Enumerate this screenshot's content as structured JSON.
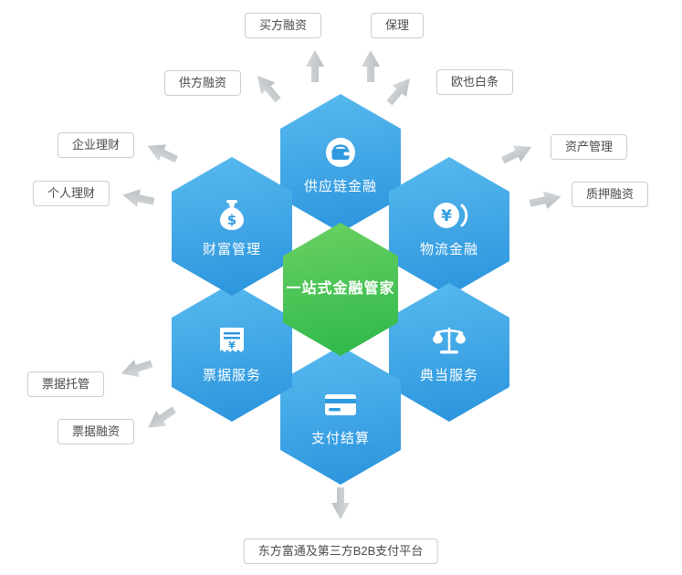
{
  "center": {
    "label": "一站式金融管家"
  },
  "hexagons": {
    "supply_chain": {
      "label": "供应链金融",
      "icon": "purse-circle-icon"
    },
    "logistics": {
      "label": "物流金融",
      "icon": "yen-coin-icon"
    },
    "pawn": {
      "label": "典当服务",
      "icon": "balance-scale-icon"
    },
    "payment": {
      "label": "支付结算",
      "icon": "bank-card-icon"
    },
    "bills": {
      "label": "票据服务",
      "icon": "receipt-yen-icon"
    },
    "wealth": {
      "label": "财富管理",
      "icon": "money-bag-icon"
    }
  },
  "callouts": {
    "buyer_financing": "买方融资",
    "factoring": "保理",
    "supplier_financing": "供方融资",
    "ouye_baitiao": "欧也白条",
    "corporate_wealth": "企业理财",
    "asset_management": "资产管理",
    "personal_wealth": "个人理财",
    "pledge_financing": "质押融资",
    "bill_custody": "票据托管",
    "bill_financing": "票据融资",
    "b2b_platform": "东方富通及第三方B2B支付平台"
  },
  "colors": {
    "hex_blue_top": "#58baee",
    "hex_blue_bottom": "#2a93dd",
    "hex_green_top": "#6bd162",
    "hex_green_bottom": "#2db74a",
    "icon_detail_blue": "#2e9adf",
    "arrow_gray_top": "#d6dadc",
    "arrow_gray_bottom": "#b9bec2",
    "callout_border": "#cccccc",
    "callout_text": "#4a4a4a"
  }
}
